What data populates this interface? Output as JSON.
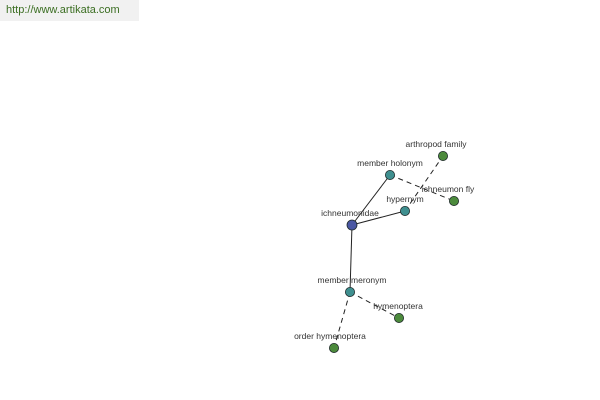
{
  "header": {
    "url": "http://www.artikata.com"
  },
  "graph": {
    "nodes": {
      "center": {
        "label": "ichneumonidae",
        "color": "#4a57a3"
      },
      "holonym": {
        "label": "member holonym",
        "color": "#3f8f8f"
      },
      "hypernym": {
        "label": "hypernym",
        "color": "#3f8f8f"
      },
      "meronym": {
        "label": "member meronym",
        "color": "#3f8f8f"
      },
      "arthropod": {
        "label": "arthropod family",
        "color": "#4c8a3c"
      },
      "ichneumon": {
        "label": "ichneumon fly",
        "color": "#4c8a3c"
      },
      "hymenoptera": {
        "label": "hymenoptera",
        "color": "#4c8a3c"
      },
      "order": {
        "label": "order hymenoptera",
        "color": "#4c8a3c"
      }
    },
    "edges": [
      {
        "from": "center",
        "to": "holonym",
        "style": "solid"
      },
      {
        "from": "center",
        "to": "hypernym",
        "style": "solid"
      },
      {
        "from": "center",
        "to": "meronym",
        "style": "solid"
      },
      {
        "from": "holonym",
        "to": "ichneumon",
        "style": "dashed"
      },
      {
        "from": "hypernym",
        "to": "arthropod",
        "style": "dashed"
      },
      {
        "from": "meronym",
        "to": "hymenoptera",
        "style": "dashed"
      },
      {
        "from": "meronym",
        "to": "order",
        "style": "dashed"
      }
    ]
  }
}
